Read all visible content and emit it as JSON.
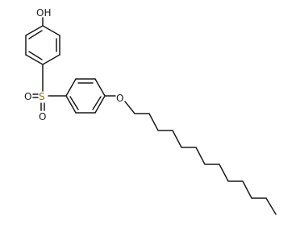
{
  "molecule": {
    "atom_labels": {
      "hydroxyl": "OH",
      "sulfur": "S",
      "sulfonyl_oxygen_top": "O",
      "sulfonyl_oxygen_bottom": "O",
      "ether_oxygen": "O"
    }
  },
  "colors": {
    "bond": "#1a1a1a",
    "sulfur": "#8a7a00",
    "background": "#ffffff"
  }
}
